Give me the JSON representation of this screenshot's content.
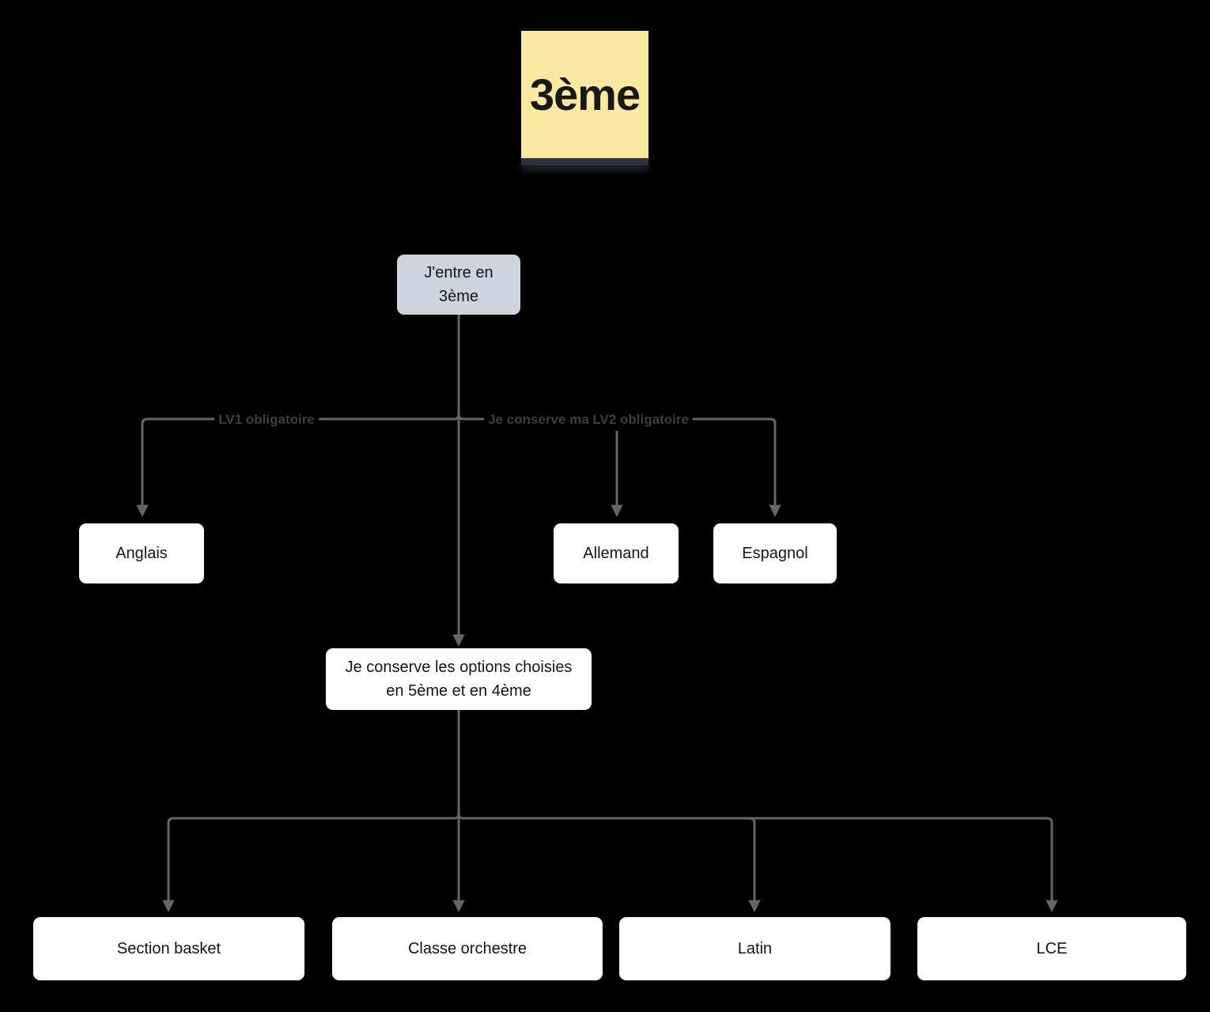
{
  "diagram_title_note": {
    "text": "3ème"
  },
  "nodes": {
    "entry": {
      "label": "J'entre en 3ème"
    },
    "anglais": {
      "label": "Anglais"
    },
    "allemand": {
      "label": "Allemand"
    },
    "espagnol": {
      "label": "Espagnol"
    },
    "options": {
      "label": "Je conserve les options choisies en 5ème et en 4ème"
    },
    "section_basket": {
      "label": "Section basket"
    },
    "classe_orchestre": {
      "label": "Classe orchestre"
    },
    "latin": {
      "label": "Latin"
    },
    "lce": {
      "label": "LCE"
    }
  },
  "edge_labels": {
    "lv1": {
      "text": "LV1 obligatoire"
    },
    "lv2": {
      "text": "Je conserve ma LV2 obligatoire"
    }
  },
  "colors": {
    "background": "#000000",
    "note_fill": "#FBE8A3",
    "note_shadow": "#2E333A",
    "entry_node_fill": "#CED4DD",
    "node_fill": "#FFFFFF",
    "node_text": "#141414",
    "connector": "#666666",
    "edge_label_text": "#3F3F3F"
  }
}
